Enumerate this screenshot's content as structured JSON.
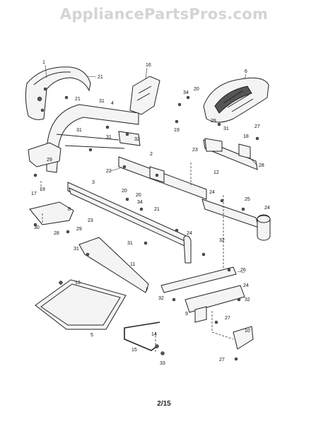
{
  "watermark": "AppliancePartsPros.com",
  "page_number": "2/15",
  "callouts": [
    "1",
    "21",
    "21",
    "31",
    "31",
    "16",
    "34",
    "20",
    "6",
    "19",
    "4",
    "32",
    "31",
    "29",
    "31",
    "27",
    "18",
    "23",
    "28",
    "12",
    "2",
    "22",
    "29",
    "19",
    "17",
    "3",
    "20",
    "20",
    "34",
    "21",
    "24",
    "25",
    "24",
    "8",
    "30",
    "28",
    "29",
    "23",
    "24",
    "31",
    "32",
    "31",
    "11",
    "7",
    "26",
    "24",
    "32",
    "9",
    "32",
    "27",
    "13",
    "5",
    "14",
    "15",
    "33",
    "10",
    "27"
  ]
}
